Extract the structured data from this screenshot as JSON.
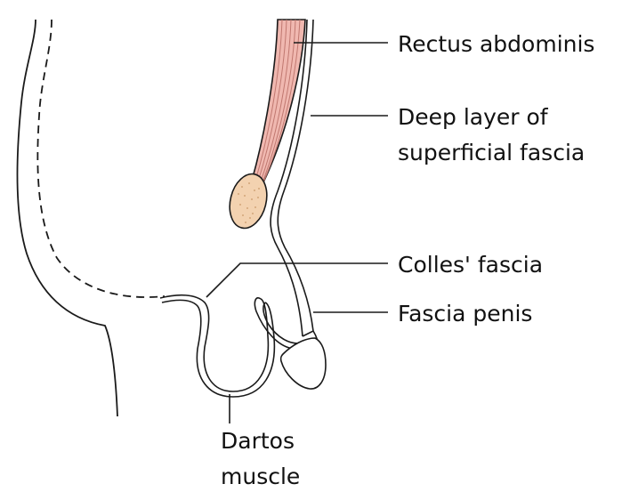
{
  "labels": {
    "rectus_abdominis": "Rectus abdominis",
    "deep_layer_line1": "Deep layer of",
    "deep_layer_line2": "superficial fascia",
    "colles_fascia": "Colles' fascia",
    "fascia_penis": "Fascia penis",
    "dartos_line1": "Dartos",
    "dartos_line2": "muscle"
  },
  "colors": {
    "outline": "#1a1a1a",
    "muscle_fill": "#f0b8b0",
    "muscle_fiber": "#c07870",
    "pubis_fill": "#f3d2b0",
    "pubis_stipple": "#c89868",
    "background": "#ffffff"
  }
}
